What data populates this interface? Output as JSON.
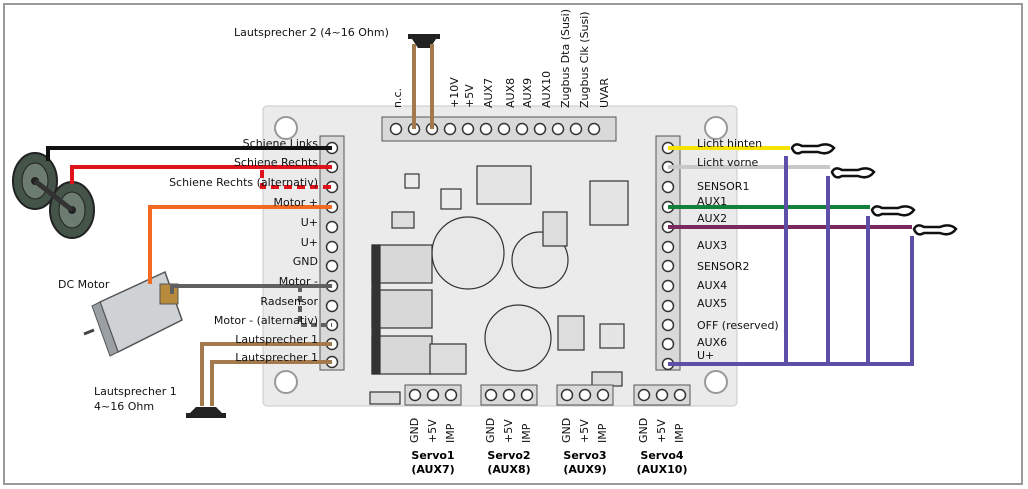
{
  "speaker2": "Lautsprecher 2 (4~16 Ohm)",
  "speaker1_line1": "Lautsprecher 1",
  "speaker1_line2": "4~16 Ohm",
  "dc_motor": "DC Motor",
  "left_pins": [
    "Schiene Links",
    "Schiene  Rechts",
    "Schiene Rechts (alternativ)",
    "Motor +",
    "U+",
    "U+",
    "GND",
    "Motor -",
    "Radsensor",
    "Motor -  (alternativ)",
    "Lautsprecher 1",
    "Lautsprecher 1"
  ],
  "right_pins": [
    "Licht hinten",
    "Licht vorne",
    "SENSOR1",
    "AUX1",
    "AUX2",
    "AUX3",
    "SENSOR2",
    "AUX4",
    "AUX5",
    "OFF (reserved)",
    "AUX6",
    "U+"
  ],
  "top_pins": [
    "n.c.",
    "+10V",
    "+5V",
    "AUX7",
    "AUX8",
    "AUX9",
    "AUX10",
    "Zugbus Dta (Susi)",
    "Zugbus Clk (Susi)",
    "UVAR"
  ],
  "servo_pins": [
    "GND",
    "+5V",
    "IMP"
  ],
  "servos": [
    {
      "name": "Servo1",
      "aux": "(AUX7)"
    },
    {
      "name": "Servo2",
      "aux": "(AUX8)"
    },
    {
      "name": "Servo3",
      "aux": "(AUX9)"
    },
    {
      "name": "Servo4",
      "aux": "(AUX10)"
    }
  ],
  "colors": {
    "black": "#111111",
    "red": "#e0131b",
    "orange": "#f26a21",
    "gray": "#606060",
    "brown": "#a47a4c",
    "yellow": "#f7e300",
    "lightgray": "#c8c8c8",
    "green": "#12803a",
    "purple": "#7a2a5a",
    "blue": "#5b4fa8",
    "board": "#ebebeb"
  }
}
